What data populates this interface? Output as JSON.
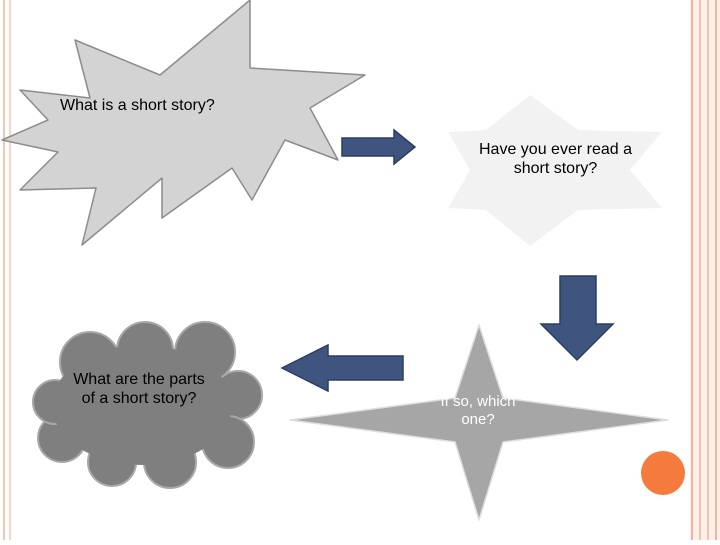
{
  "diagram": {
    "nodes": [
      {
        "id": "explosion",
        "label": "What is a short story?"
      },
      {
        "id": "diamond",
        "label": "Have you ever read a  short story?"
      },
      {
        "id": "star",
        "label": "If so, which one?"
      },
      {
        "id": "cloud",
        "label": "What are the parts of a short story?"
      }
    ],
    "edges": [
      {
        "from": "explosion",
        "to": "diamond",
        "direction": "right"
      },
      {
        "from": "diamond",
        "to": "star",
        "direction": "down"
      },
      {
        "from": "star",
        "to": "cloud",
        "direction": "left"
      }
    ]
  },
  "colors": {
    "arrow": "#3f5580",
    "arrow_stroke": "#2c3e5f",
    "explosion_fill": "#d3d3d3",
    "diamond_fill": "#f2f2f2",
    "star_fill": "#a6a6a6",
    "cloud_fill": "#7f7f7f",
    "border_left": "#f4c7b5",
    "border_right": "#f2b49b",
    "accent_circle": "#f47a3d"
  }
}
